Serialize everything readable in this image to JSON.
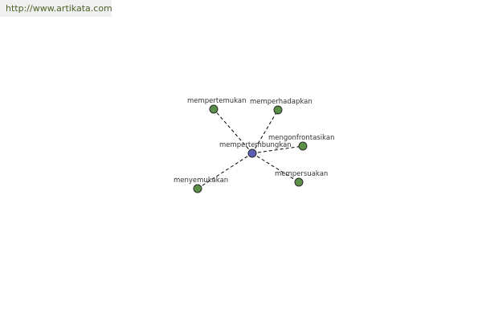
{
  "header": {
    "url_text": "http://www.artikata.com"
  },
  "colors": {
    "center_node": "#5a5fb5",
    "leaf_node": "#5c8f4a",
    "banner_text": "#4f6228",
    "banner_bg": "#f0f0f0"
  },
  "graph": {
    "center": {
      "label": "mempertembungkan"
    },
    "neighbors": [
      {
        "label": "mempertemukan"
      },
      {
        "label": "memperhadapkan"
      },
      {
        "label": "mengonfrontasikan"
      },
      {
        "label": "mempersuakan"
      },
      {
        "label": "menyemukakan"
      }
    ]
  }
}
